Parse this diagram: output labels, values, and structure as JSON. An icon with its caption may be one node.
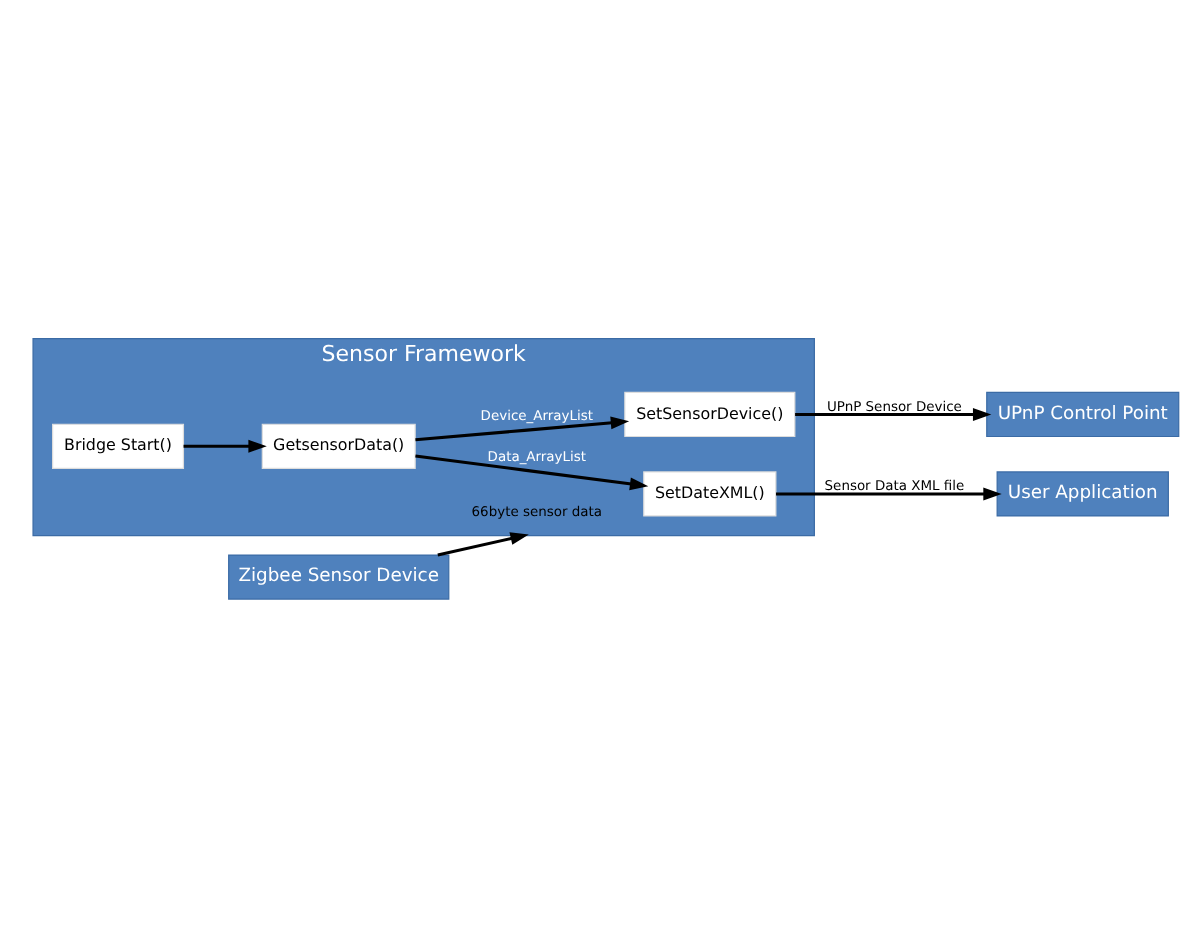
{
  "diagram": {
    "nodes": [
      {
        "text": [
          "Sensor Framework"
        ]
      },
      {
        "text": [
          "Bridge Start()"
        ],
        "in": 0
      },
      {
        "text": [
          "GetsensorData()"
        ],
        "in": 0
      },
      {
        "text": [
          "SetSensorDevice()"
        ],
        "in": 0
      },
      {
        "text": [
          "SetDateXML()"
        ],
        "in": 0
      },
      {
        "text": [
          "Zigbee Sensor Device"
        ]
      },
      {
        "text": [
          "UPnP Control Point"
        ]
      },
      {
        "text": [
          "User Application"
        ]
      }
    ],
    "edges": [
      {
        "from": 1,
        "to": 2,
        "arrow": "to"
      },
      {
        "from": 2,
        "to": 3,
        "label": "Device_ArrayList",
        "arrow": "to"
      },
      {
        "from": 2,
        "to": 4,
        "label": "Data_ArrayList",
        "arrow": "to"
      },
      {
        "from": 3,
        "to": 6,
        "label": "UPnP Sensor Device",
        "arrow": "to"
      },
      {
        "from": 4,
        "to": 7,
        "label": "Sensor Data XML file",
        "arrow": "to"
      },
      {
        "from": 5,
        "to": 0,
        "label": "66byte sensor data",
        "arrow": "to"
      }
    ]
  }
}
